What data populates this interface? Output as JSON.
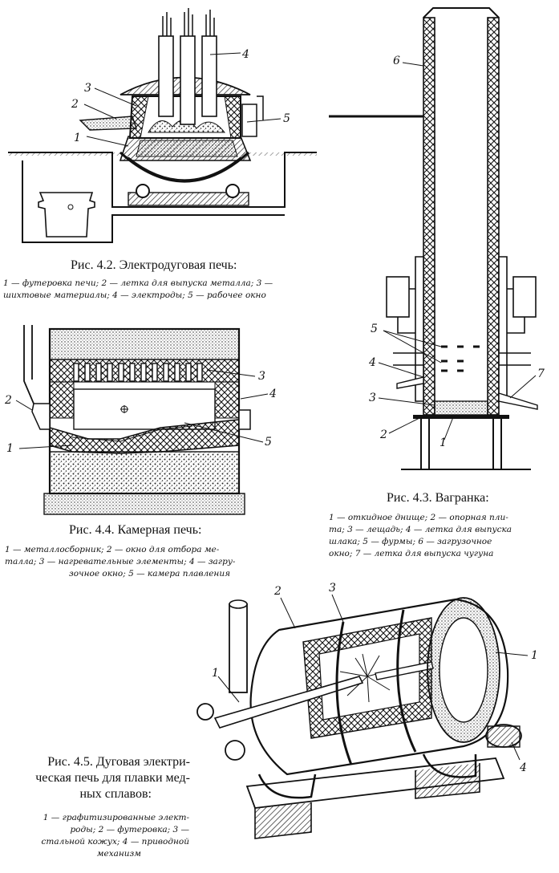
{
  "figures": {
    "fig42": {
      "title": "Рис. 4.2. Электродуговая печь:",
      "legend_lines": [
        "1 — футеровка печи; 2 — летка для выпуска металла; 3 —",
        "шихтовые материалы; 4 — электроды; 5 — рабочее окно"
      ],
      "labels": [
        "1",
        "2",
        "3",
        "4",
        "5"
      ]
    },
    "fig43": {
      "title": "Рис. 4.3. Вагранка:",
      "legend_lines": [
        "1 — откидное днище; 2 — опорная пли-",
        "та; 3 — лещадь; 4 — летка для выпуска",
        "шлака; 5 — фурмы; 6 — загрузочное",
        "окно; 7 — летка для выпуска чугуна"
      ],
      "labels": [
        "6",
        "5",
        "4",
        "7",
        "3",
        "2",
        "1"
      ]
    },
    "fig44": {
      "title": "Рис. 4.4. Камерная печь:",
      "legend_lines": [
        "1 — металлосборник; 2 — окно для отбора ме-",
        "талла; 3 — нагревательные элементы; 4 — загру-",
        "зочное окно; 5 — камера плавления"
      ],
      "labels": [
        "2",
        "3",
        "4",
        "1",
        "5"
      ]
    },
    "fig45": {
      "title_lines": [
        "Рис. 4.5. Дуговая электри-",
        "ческая печь для плавки мед-",
        "ных сплавов:"
      ],
      "legend_lines": [
        "1 — графитизированные элект-",
        "роды; 2 — футеровка; 3 —",
        "стальной кожух; 4 — приводной",
        "механизм"
      ],
      "labels": [
        "2",
        "3",
        "1",
        "1",
        "4"
      ]
    }
  }
}
